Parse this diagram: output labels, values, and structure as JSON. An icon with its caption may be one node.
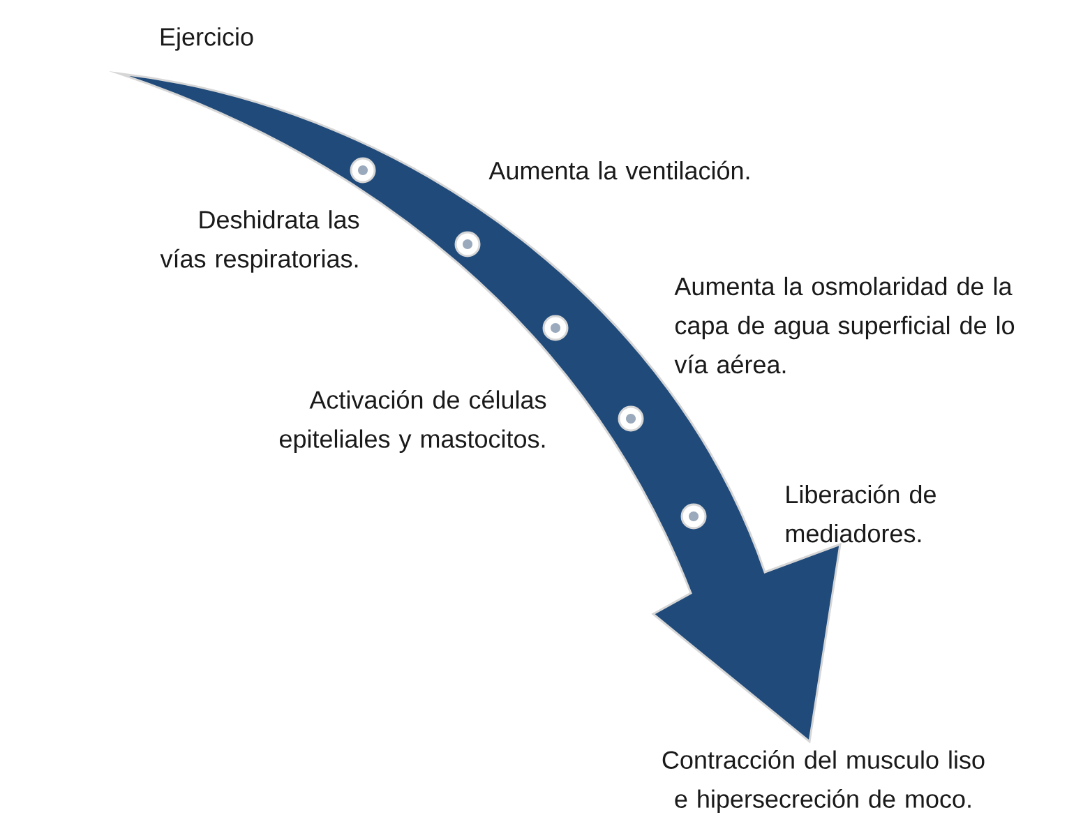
{
  "diagram": {
    "nodes": [
      {
        "text": [
          "Ejercicio"
        ]
      },
      {
        "text": [],
        "shape": "circle"
      },
      {
        "text": [],
        "shape": "circle"
      },
      {
        "text": [],
        "shape": "circle"
      },
      {
        "text": [],
        "shape": "circle"
      },
      {
        "text": [],
        "shape": "circle"
      },
      {
        "text": [
          "Contracción del musculo liso e hipersecreción de moco."
        ]
      }
    ],
    "edges": [
      {
        "from": 0,
        "to": 6,
        "arrow": "to"
      }
    ],
    "labels": [
      "Aumenta la ventilación.",
      "Deshidrata las vías respiratorias.",
      "Aumenta la osmolaridad de la capa de agua superficial de lo vía aérea.",
      "Activación de células epiteliales y mastocitos.",
      "Liberación de mediadores."
    ]
  }
}
